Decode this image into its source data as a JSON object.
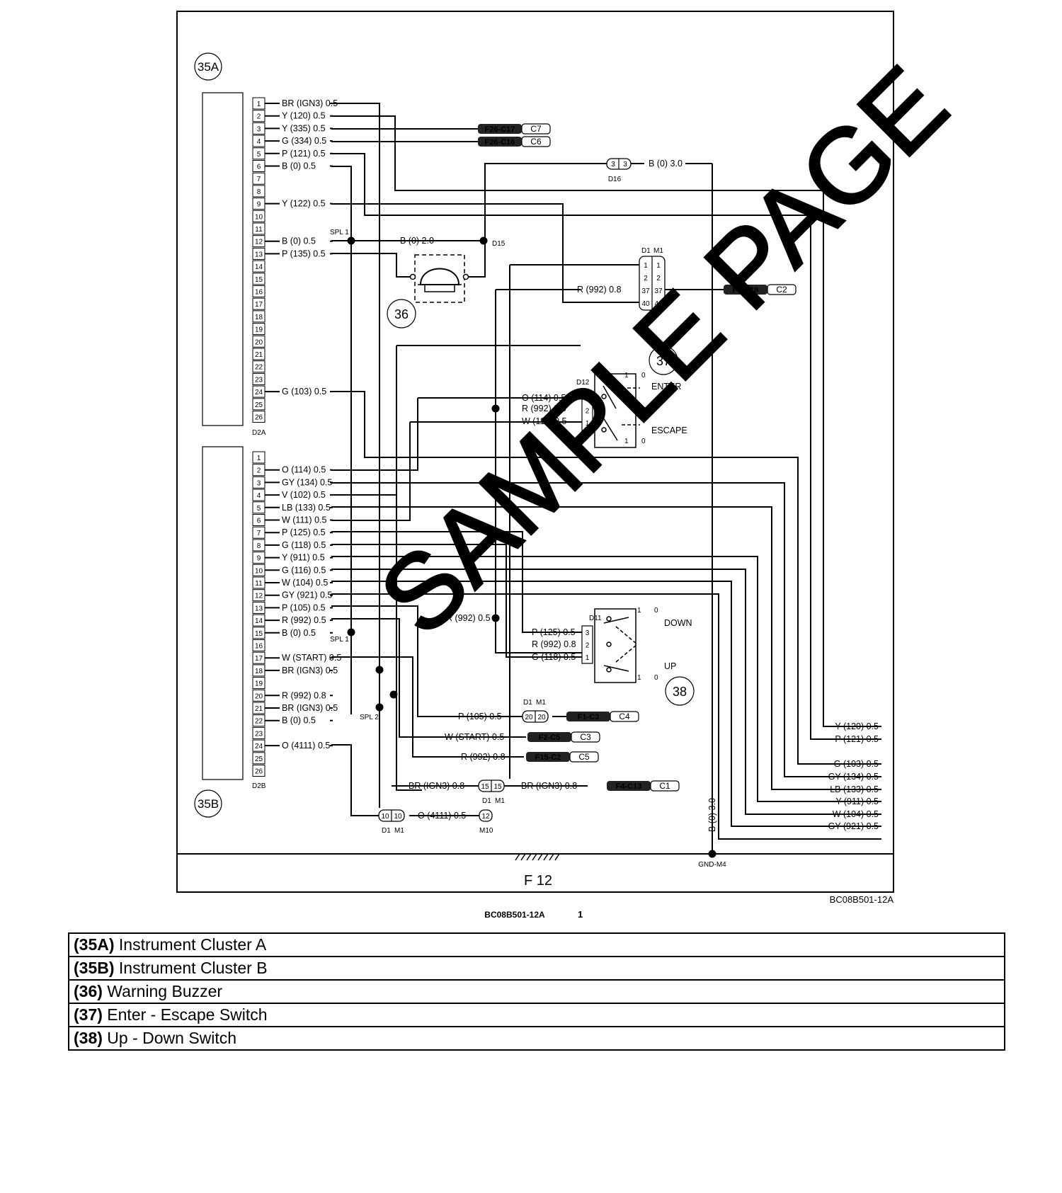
{
  "title_block": {
    "sheet": "F 12",
    "drawing_code": "BC08B501-12A",
    "footer_code": "BC08B501-12A",
    "page_number": "1",
    "ground": "GND-M4"
  },
  "watermark": "SAMPLE PAGE",
  "components": {
    "c35a": {
      "id": "35A",
      "connector": "D2A"
    },
    "c35b": {
      "id": "35B",
      "connector": "D2B"
    },
    "c36": {
      "id": "36"
    },
    "c37": {
      "id": "37",
      "connector": "D12",
      "pos1": "ENTER",
      "pos2": "ESCAPE",
      "s1": "1",
      "s0": "0"
    },
    "c38": {
      "id": "38",
      "connector": "D11",
      "pos1": "DOWN",
      "pos2": "UP",
      "s1": "1",
      "s0": "0"
    }
  },
  "cluster_a_pins": [
    "1",
    "2",
    "3",
    "4",
    "5",
    "6",
    "7",
    "8",
    "9",
    "10",
    "11",
    "12",
    "13",
    "14",
    "15",
    "16",
    "17",
    "18",
    "19",
    "20",
    "21",
    "22",
    "23",
    "24",
    "25",
    "26"
  ],
  "cluster_a_wires": [
    {
      "pin": 1,
      "label": "BR (IGN3) 0.5"
    },
    {
      "pin": 2,
      "label": "Y (120) 0.5"
    },
    {
      "pin": 3,
      "label": "Y (335) 0.5"
    },
    {
      "pin": 4,
      "label": "G (334) 0.5"
    },
    {
      "pin": 5,
      "label": "P (121) 0.5"
    },
    {
      "pin": 6,
      "label": "B (0) 0.5"
    },
    {
      "pin": 9,
      "label": "Y (122) 0.5"
    },
    {
      "pin": 12,
      "label": "B (0) 0.5"
    },
    {
      "pin": 13,
      "label": "P (135) 0.5"
    },
    {
      "pin": 24,
      "label": "G (103) 0.5"
    }
  ],
  "cluster_b_pins": [
    "1",
    "2",
    "3",
    "4",
    "5",
    "6",
    "7",
    "8",
    "9",
    "10",
    "11",
    "12",
    "13",
    "14",
    "15",
    "16",
    "17",
    "18",
    "19",
    "20",
    "21",
    "22",
    "23",
    "24",
    "25",
    "26"
  ],
  "cluster_b_wires": [
    {
      "pin": 2,
      "label": "O (114) 0.5"
    },
    {
      "pin": 3,
      "label": "GY (134) 0.5"
    },
    {
      "pin": 4,
      "label": "V (102) 0.5"
    },
    {
      "pin": 5,
      "label": "LB (133) 0.5"
    },
    {
      "pin": 6,
      "label": "W (111) 0.5"
    },
    {
      "pin": 7,
      "label": "P (125) 0.5"
    },
    {
      "pin": 8,
      "label": "G (118) 0.5"
    },
    {
      "pin": 9,
      "label": "Y (911) 0.5"
    },
    {
      "pin": 10,
      "label": "G (116) 0.5"
    },
    {
      "pin": 11,
      "label": "W (104) 0.5"
    },
    {
      "pin": 12,
      "label": "GY (921) 0.5"
    },
    {
      "pin": 13,
      "label": "P (105) 0.5"
    },
    {
      "pin": 14,
      "label": "R (992) 0.5"
    },
    {
      "pin": 15,
      "label": "B (0) 0.5"
    },
    {
      "pin": 17,
      "label": "W (START) 0.5"
    },
    {
      "pin": 18,
      "label": "BR (IGN3) 0.5"
    },
    {
      "pin": 20,
      "label": "R (992) 0.8"
    },
    {
      "pin": 21,
      "label": "BR (IGN3) 0.5"
    },
    {
      "pin": 22,
      "label": "B (0) 0.5"
    },
    {
      "pin": 24,
      "label": "O (4111) 0.5"
    }
  ],
  "right_outputs": [
    "Y (120) 0.5",
    "P (121) 0.5",
    "G (103) 0.5",
    "GY (134) 0.5",
    "LB (133) 0.5",
    "Y (911) 0.5",
    "W (104) 0.5",
    "GY (921) 0.5"
  ],
  "splices": {
    "spl1_top": "SPL 1",
    "spl1_bottom": "SPL 1",
    "spl2": "SPL 2"
  },
  "mid_labels": {
    "b0_20": "B (0) 2.0",
    "d15": "D15",
    "b0_30": "B (0) 3.0",
    "d16": "D16",
    "d16_pin": "3",
    "r992_08_top": "R (992) 0.8",
    "d1": "D1",
    "m1": "M1",
    "o114": "O (114) 0.5",
    "r992_08_mid": "R (992) 0.8",
    "w111": "W (111) 0.5",
    "r992_05": "R (992) 0.5",
    "p125": "P (125) 0.5",
    "r992_08_low": "R (992) 0.8",
    "g118": "G (118) 0.5",
    "p105": "P (105) 0.5",
    "wstart": "W (START) 0.5",
    "r992_08_c5": "R (992) 0.8",
    "brign3_08_left": "BR (IGN3) 0.8",
    "brign3_08_right": "BR (IGN3) 0.8",
    "o4111": "O (4111) 0.5",
    "m10": "M10",
    "b0_30_vert": "B (0) 3.0"
  },
  "d1m1_top_pins": [
    "1",
    "2",
    "37",
    "40"
  ],
  "switch_pins": [
    "3",
    "2",
    "1"
  ],
  "inline_pins": {
    "p20": "20",
    "p15": "15",
    "p10": "10",
    "p12": "12"
  },
  "connectors": [
    {
      "code": "F26-C17",
      "pin": "C7"
    },
    {
      "code": "F26-C16",
      "pin": "C6"
    },
    {
      "code": "F4-C18",
      "pin": "C2"
    },
    {
      "code": "F1-C3",
      "pin": "C4"
    },
    {
      "code": "F2-C5",
      "pin": "C3"
    },
    {
      "code": "F15-C2",
      "pin": "C5"
    },
    {
      "code": "F4-C13",
      "pin": "C1"
    }
  ],
  "legend": [
    {
      "code": "(35A)",
      "name": "Instrument Cluster A"
    },
    {
      "code": "(35B)",
      "name": "Instrument Cluster B"
    },
    {
      "code": "(36)",
      "name": "Warning Buzzer"
    },
    {
      "code": "(37)",
      "name": "Enter - Escape Switch"
    },
    {
      "code": "(38)",
      "name": "Up - Down Switch"
    }
  ]
}
